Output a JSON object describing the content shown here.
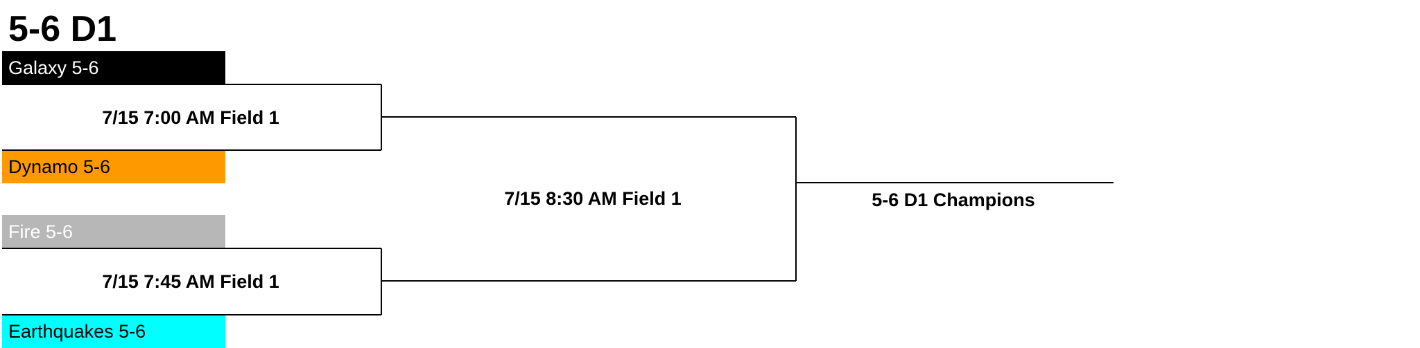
{
  "bracket": {
    "title": "5-6 D1",
    "teams": [
      {
        "name": "Galaxy 5-6",
        "bg": "#000000",
        "fg": "#ffffff"
      },
      {
        "name": "Dynamo 5-6",
        "bg": "#ff9900",
        "fg": "#000000"
      },
      {
        "name": "Fire 5-6",
        "bg": "#b7b7b7",
        "fg": "#ffffff"
      },
      {
        "name": "Earthquakes 5-6",
        "bg": "#00ffff",
        "fg": "#000000"
      }
    ],
    "games": [
      {
        "label": "7/15 7:00 AM Field 1"
      },
      {
        "label": "7/15 7:45 AM Field 1"
      },
      {
        "label": "7/15 8:30 AM Field 1"
      }
    ],
    "champion_label": "5-6 D1 Champions"
  }
}
